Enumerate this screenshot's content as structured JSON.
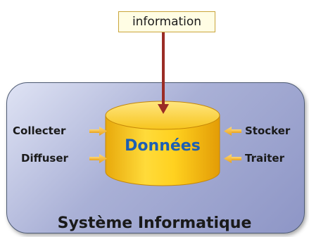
{
  "top_input": {
    "label": "information"
  },
  "datastore": {
    "label": "Données"
  },
  "left_actions": [
    {
      "label": "Collecter"
    },
    {
      "label": "Diffuser"
    }
  ],
  "right_actions": [
    {
      "label": "Stocker"
    },
    {
      "label": "Traiter"
    }
  ],
  "system": {
    "label": "Système Informatique"
  },
  "colors": {
    "arrow_main": "#9b2c25",
    "arrow_side": "#f2b632",
    "cylinder": "#f7c51e",
    "datastore_text": "#1d5fb4",
    "system_box": "#a9b0d6"
  }
}
